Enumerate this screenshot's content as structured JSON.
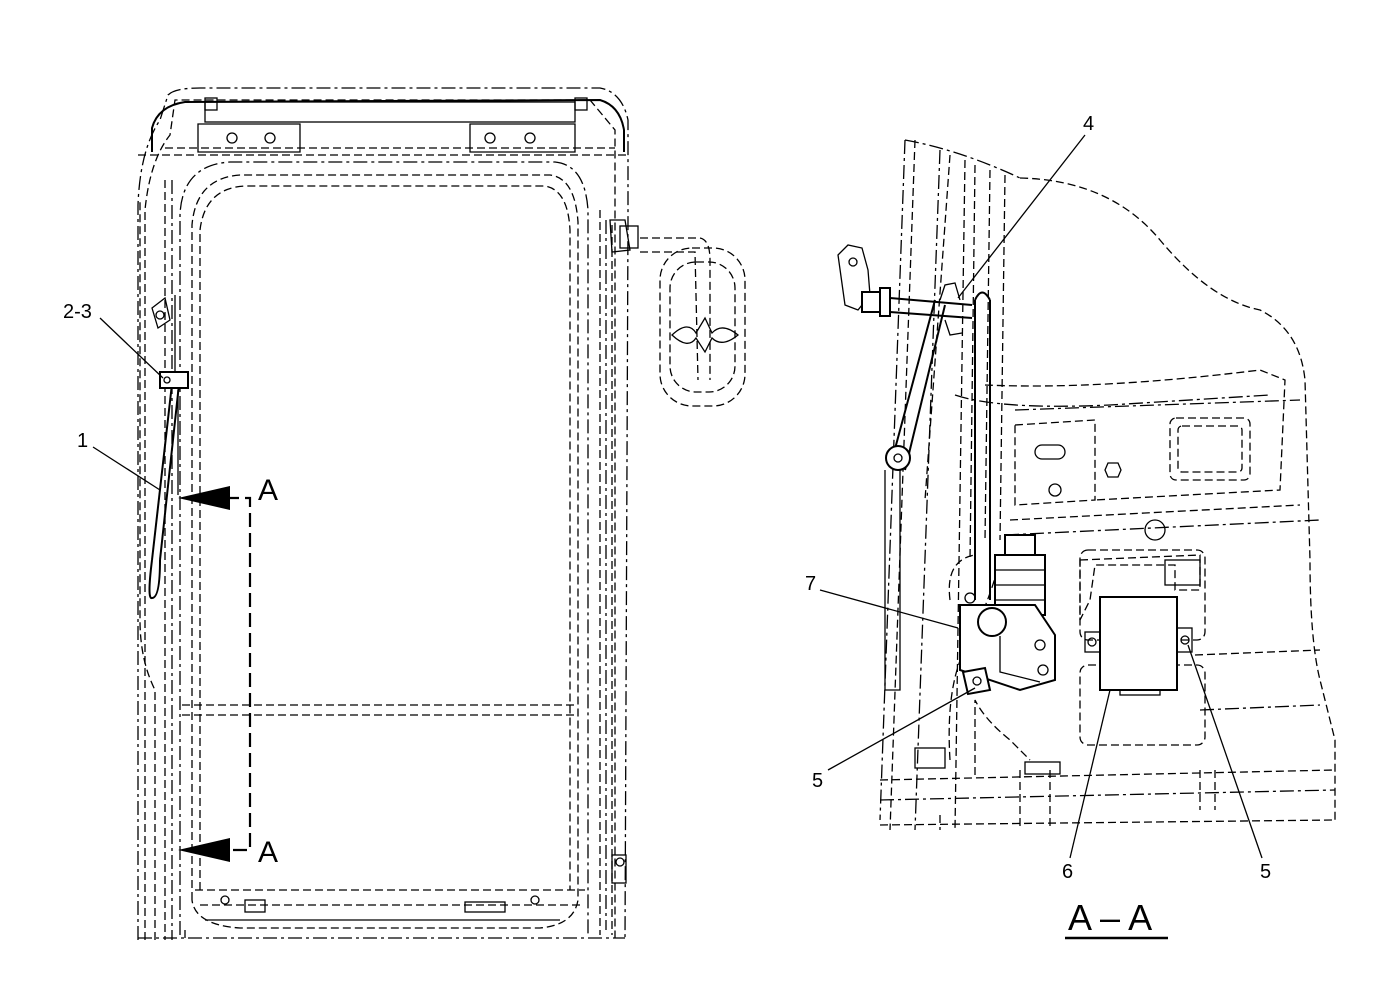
{
  "callouts": {
    "label_2_3": "2-3",
    "label_1": "1",
    "section_a_top": "A",
    "section_a_bottom": "A",
    "label_4": "4",
    "label_7": "7",
    "label_5_left": "5",
    "label_6": "6",
    "label_5_right": "5"
  },
  "section_title": "A – A"
}
